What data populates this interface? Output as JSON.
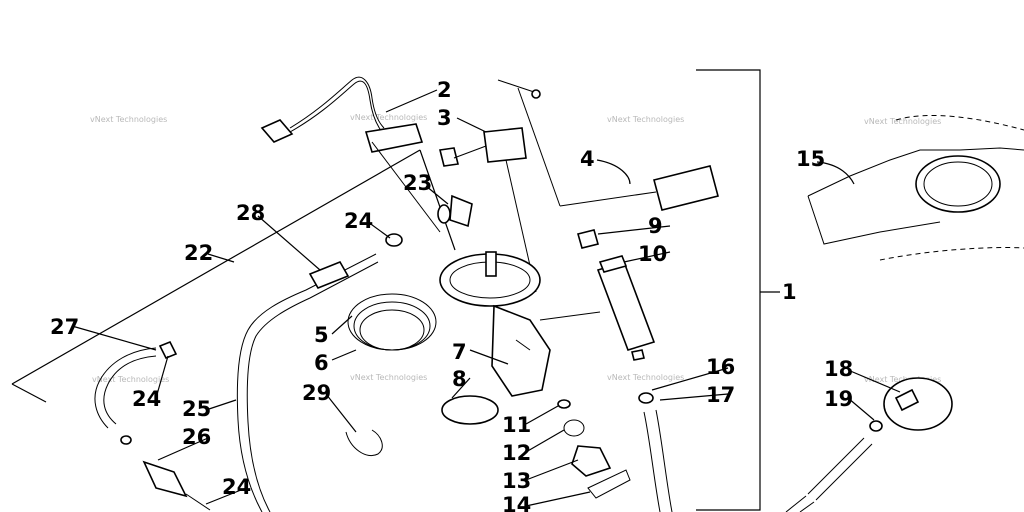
{
  "watermark": "vNext Technologies",
  "labels": [
    "1",
    "2",
    "3",
    "4",
    "5",
    "6",
    "7",
    "8",
    "9",
    "10",
    "11",
    "12",
    "13",
    "14",
    "15",
    "16",
    "17",
    "18",
    "19",
    "22",
    "23",
    "24",
    "25",
    "26",
    "27",
    "28",
    "29"
  ]
}
